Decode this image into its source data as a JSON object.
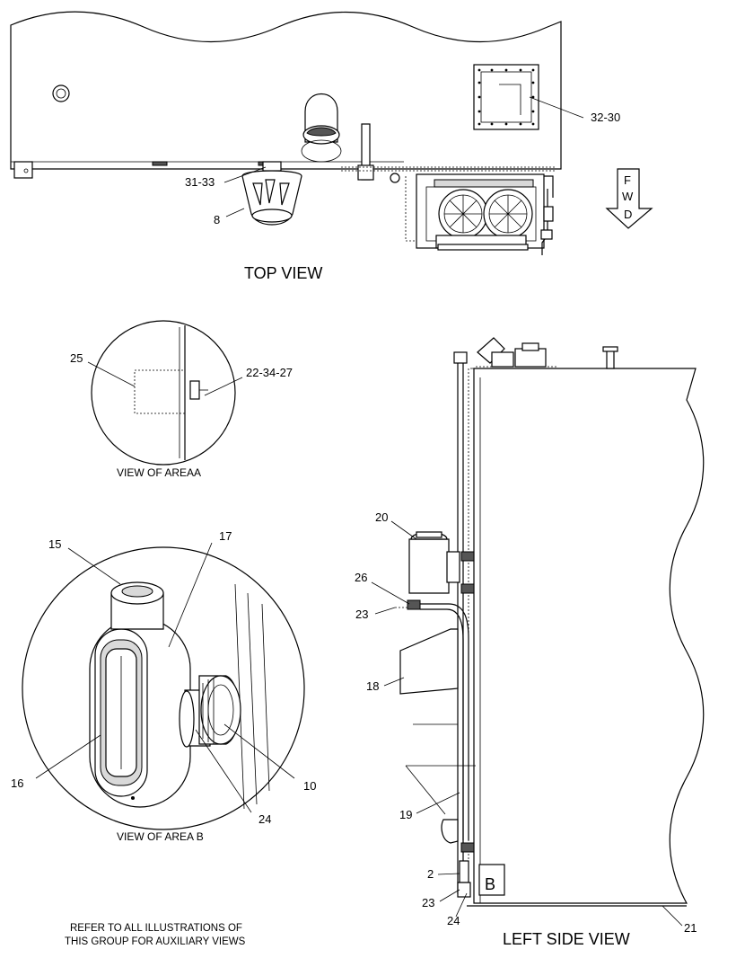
{
  "views": {
    "top": "TOP VIEW",
    "area_a": "VIEW OF AREAA",
    "area_b": "VIEW OF AREA B",
    "left_side": "LEFT SIDE VIEW"
  },
  "note": {
    "line1": "REFER TO ALL ILLUSTRATIONS OF",
    "line2": "THIS GROUP FOR AUXILIARY VIEWS"
  },
  "direction": {
    "letters": [
      "F",
      "W",
      "D"
    ]
  },
  "area_marker": "B",
  "parts": {
    "p32_30": "32-30",
    "p31_33": "31-33",
    "p8": "8",
    "p25": "25",
    "p22_34_27": "22-34-27",
    "p15": "15",
    "p17": "17",
    "p16": "16",
    "p24_b": "24",
    "p10": "10",
    "p20": "20",
    "p26": "26",
    "p23_top": "23",
    "p18": "18",
    "p19": "19",
    "p2": "2",
    "p23_bot": "23",
    "p24_side": "24",
    "p21": "21"
  }
}
